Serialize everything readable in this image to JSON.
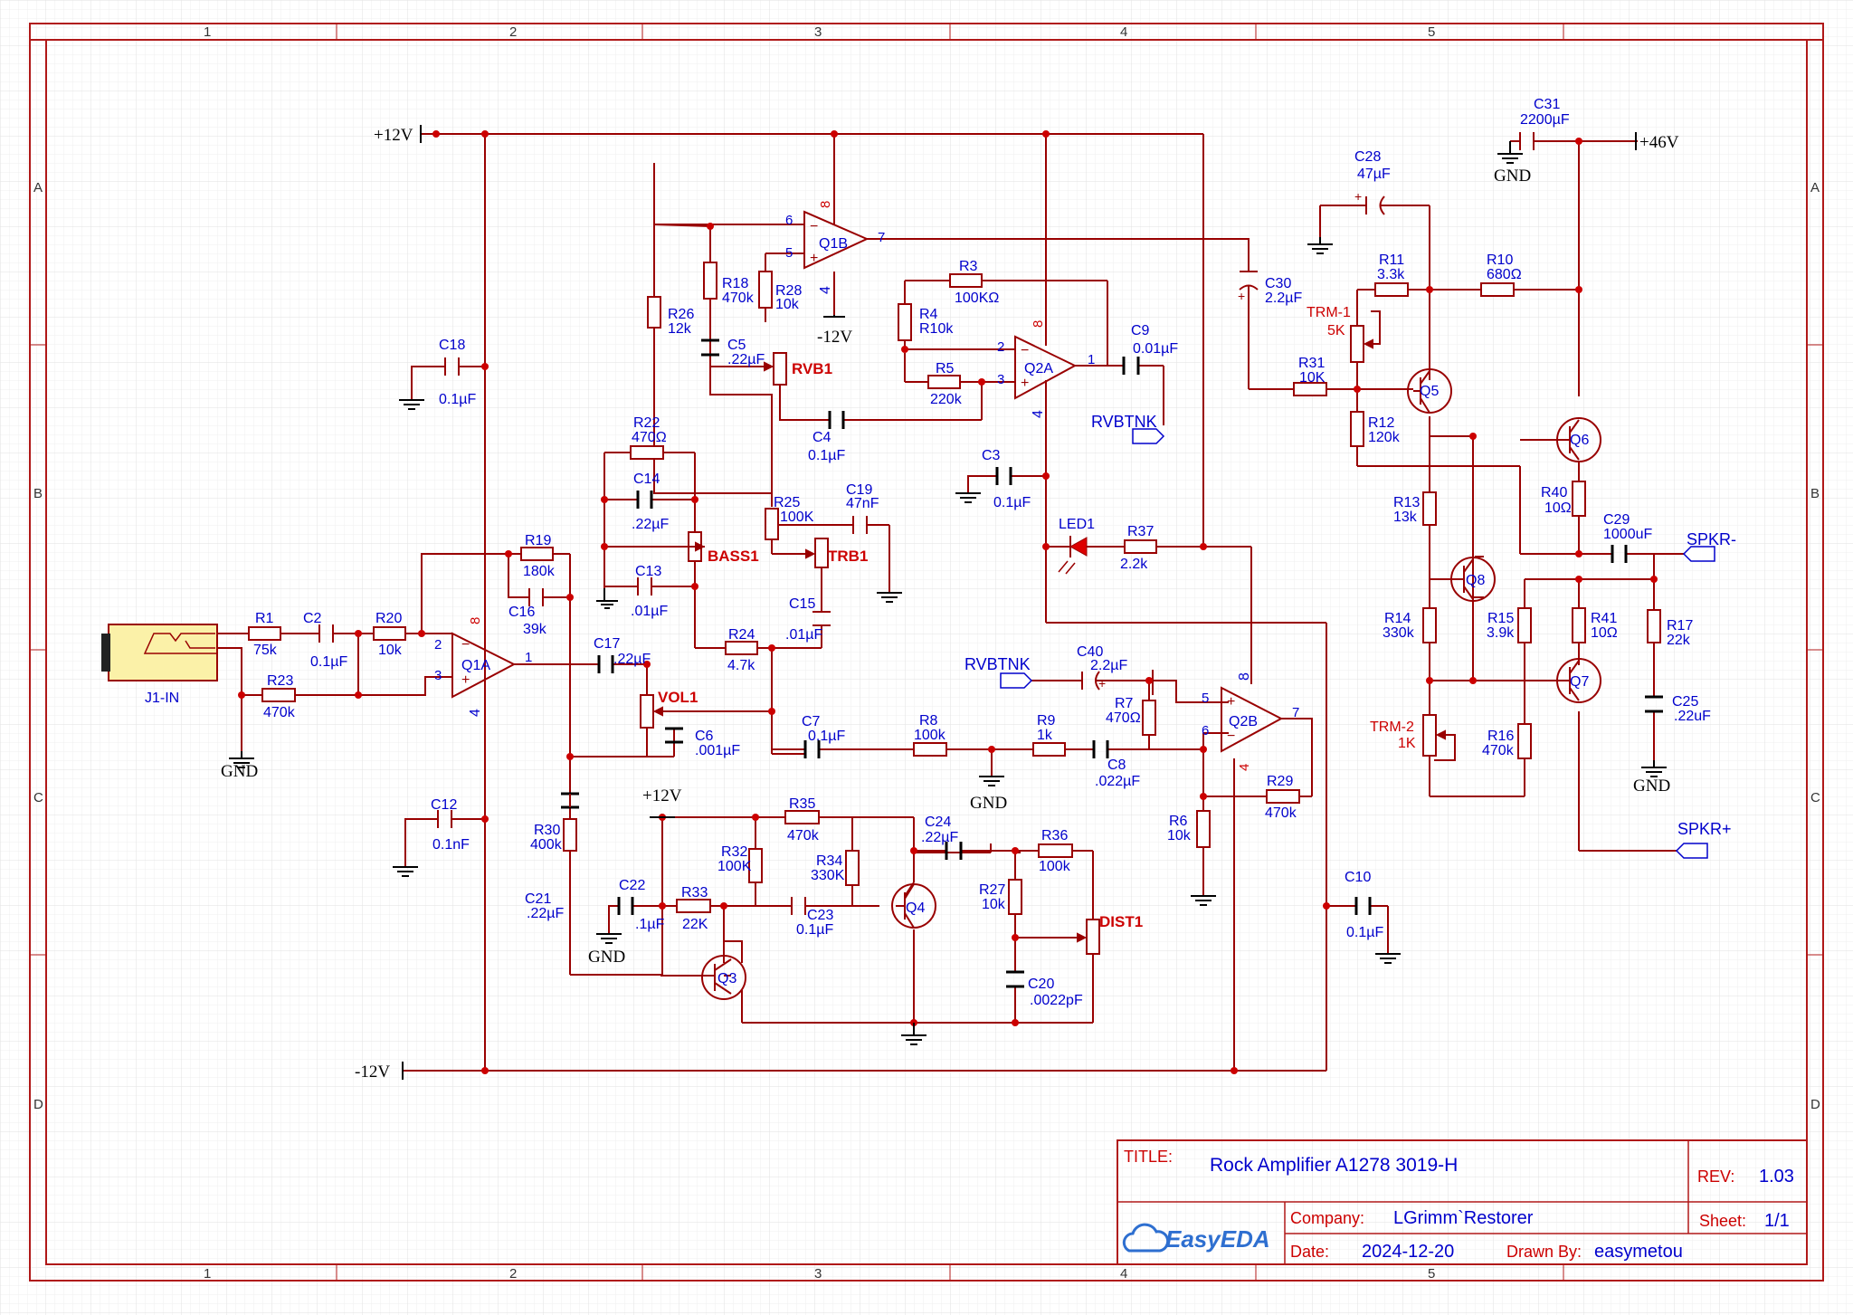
{
  "title_block": {
    "title_label": "TITLE:",
    "title": "Rock Amplifier A1278 3019-H",
    "rev_label": "REV:",
    "rev": "1.03",
    "company_label": "Company:",
    "company": "LGrimm`Restorer",
    "sheet_label": "Sheet:",
    "sheet": "1/1",
    "date_label": "Date:",
    "date": "2024-12-20",
    "drawn_by_label": "Drawn By:",
    "drawn_by": "easymetou",
    "logo_text": "EasyEDA"
  },
  "zones": {
    "columns": [
      "1",
      "2",
      "3",
      "4",
      "5"
    ],
    "rows": [
      "A",
      "B",
      "C",
      "D"
    ]
  },
  "power": {
    "p12_top": "+12V",
    "m12_bottom": "-12V",
    "m12_q1b": "-12V",
    "p12_q3": "+12V",
    "p46": "+46V",
    "gnd_j1": "GND",
    "gnd_c31": "GND",
    "gnd_q3": "GND",
    "gnd_r8": "GND",
    "gnd_r17": "GND"
  },
  "nets": {
    "rvbtnk_out": "RVBTNK",
    "rvbtnk_in": "RVBTNK",
    "spkr_minus": "SPKR-",
    "spkr_plus": "SPKR+"
  },
  "components": {
    "J1": "J1-IN",
    "R1": {
      "ref": "R1",
      "val": "75k"
    },
    "C2": {
      "ref": "C2",
      "val": "0.1µF"
    },
    "R20": {
      "ref": "R20",
      "val": "10k"
    },
    "R23": {
      "ref": "R23",
      "val": "470k"
    },
    "C18": {
      "ref": "C18",
      "val": "0.1µF"
    },
    "C12": {
      "ref": "C12",
      "val": "0.1nF"
    },
    "R19": {
      "ref": "R19",
      "val": "180k"
    },
    "C16": {
      "ref": "C16",
      "val": "39k"
    },
    "Q1A": "Q1A",
    "Q1B": "Q1B",
    "Q2A": "Q2A",
    "Q2B": "Q2B",
    "C17": {
      "ref": "C17",
      "val": ".22µF"
    },
    "VOL1": "VOL1",
    "C6": {
      "ref": "C6",
      "val": ".001µF"
    },
    "R22": {
      "ref": "R22",
      "val": "470Ω"
    },
    "C14": {
      "ref": "C14",
      "val": ".22µF"
    },
    "BASS1": "BASS1",
    "C13": {
      "ref": "C13",
      "val": ".01µF"
    },
    "R24": {
      "ref": "R24",
      "val": "4.7k"
    },
    "R25": {
      "ref": "R25",
      "val": "100K"
    },
    "C19": {
      "ref": "C19",
      "val": "47nF"
    },
    "TRB1": "TRB1",
    "C15": {
      "ref": "C15",
      "val": ".01µF"
    },
    "R26": {
      "ref": "R26",
      "val": "12k"
    },
    "R18": {
      "ref": "R18",
      "val": "470k"
    },
    "R28": {
      "ref": "R28",
      "val": "10k"
    },
    "C5": {
      "ref": "C5",
      "val": ".22µF"
    },
    "RVB1": "RVB1",
    "C4": {
      "ref": "C4",
      "val": "0.1µF"
    },
    "R3": {
      "ref": "R3",
      "val": "100KΩ"
    },
    "R4": {
      "ref": "R4",
      "val": "R10k"
    },
    "R5": {
      "ref": "R5",
      "val": "220k"
    },
    "C9": {
      "ref": "C9",
      "val": "0.01µF"
    },
    "C3": {
      "ref": "C3",
      "val": "0.1µF"
    },
    "LED1": "LED1",
    "R37": {
      "ref": "R37",
      "val": "2.2k"
    },
    "C7": {
      "ref": "C7",
      "val": "0.1µF"
    },
    "R8": {
      "ref": "R8",
      "val": "100k"
    },
    "R9": {
      "ref": "R9",
      "val": "1k"
    },
    "C8": {
      "ref": "C8",
      "val": ".022µF"
    },
    "C40": {
      "ref": "C40",
      "val": "2.2µF"
    },
    "R7": {
      "ref": "R7",
      "val": "470Ω"
    },
    "R6": {
      "ref": "R6",
      "val": "10k"
    },
    "R29": {
      "ref": "R29",
      "val": "470k"
    },
    "C10": {
      "ref": "C10",
      "val": "0.1µF"
    },
    "R30": {
      "ref": "R30",
      "val": "400k"
    },
    "C21": {
      "ref": "C21",
      "val": ".22µF"
    },
    "C22": {
      "ref": "C22",
      "val": ".1µF"
    },
    "R33": {
      "ref": "R33",
      "val": "22K"
    },
    "R35": {
      "ref": "R35",
      "val": "470k"
    },
    "R32": {
      "ref": "R32",
      "val": "100K"
    },
    "R34": {
      "ref": "R34",
      "val": "330K"
    },
    "C23": {
      "ref": "C23",
      "val": "0.1µF"
    },
    "Q3": "Q3",
    "Q4": "Q4",
    "C24": {
      "ref": "C24",
      "val": ".22µF"
    },
    "R36": {
      "ref": "R36",
      "val": "100k"
    },
    "R27": {
      "ref": "R27",
      "val": "10k"
    },
    "DIST1": "DIST1",
    "C20": {
      "ref": "C20",
      "val": ".0022pF"
    },
    "C31": {
      "ref": "C31",
      "val": "2200µF"
    },
    "C28": {
      "ref": "C28",
      "val": "47µF"
    },
    "C30": {
      "ref": "C30",
      "val": "2.2µF"
    },
    "R11": {
      "ref": "R11",
      "val": "3.3k"
    },
    "R10": {
      "ref": "R10",
      "val": "680Ω"
    },
    "TRM1": {
      "ref": "TRM-1",
      "val": "5K"
    },
    "R31": {
      "ref": "R31",
      "val": "10K"
    },
    "Q5": "Q5",
    "R12": {
      "ref": "R12",
      "val": "120k"
    },
    "Q6": "Q6",
    "R40": {
      "ref": "R40",
      "val": "10Ω"
    },
    "R13": {
      "ref": "R13",
      "val": "13k"
    },
    "C29": {
      "ref": "C29",
      "val": "1000uF"
    },
    "Q8": "Q8",
    "R14": {
      "ref": "R14",
      "val": "330k"
    },
    "R15": {
      "ref": "R15",
      "val": "3.9k"
    },
    "R41": {
      "ref": "R41",
      "val": "10Ω"
    },
    "R17": {
      "ref": "R17",
      "val": "22k"
    },
    "Q7": "Q7",
    "C25": {
      "ref": "C25",
      "val": ".22uF"
    },
    "TRM2": {
      "ref": "TRM-2",
      "val": "1K"
    },
    "R16": {
      "ref": "R16",
      "val": "470k"
    }
  },
  "pins": {
    "q1a_inv": "2",
    "q1a_non": "3",
    "q1a_out": "1",
    "q1a_v8": "8",
    "q1a_v4": "4",
    "q1b_inv": "6",
    "q1b_non": "5",
    "q1b_out": "7",
    "q1b_v8": "8",
    "q1b_v4": "4",
    "q2a_inv": "2",
    "q2a_non": "3",
    "q2a_out": "1",
    "q2a_v8": "8",
    "q2a_v4": "4",
    "q2b_non": "5",
    "q2b_inv": "6",
    "q2b_out": "7",
    "q2b_v8": "8",
    "q2b_v4": "4"
  }
}
